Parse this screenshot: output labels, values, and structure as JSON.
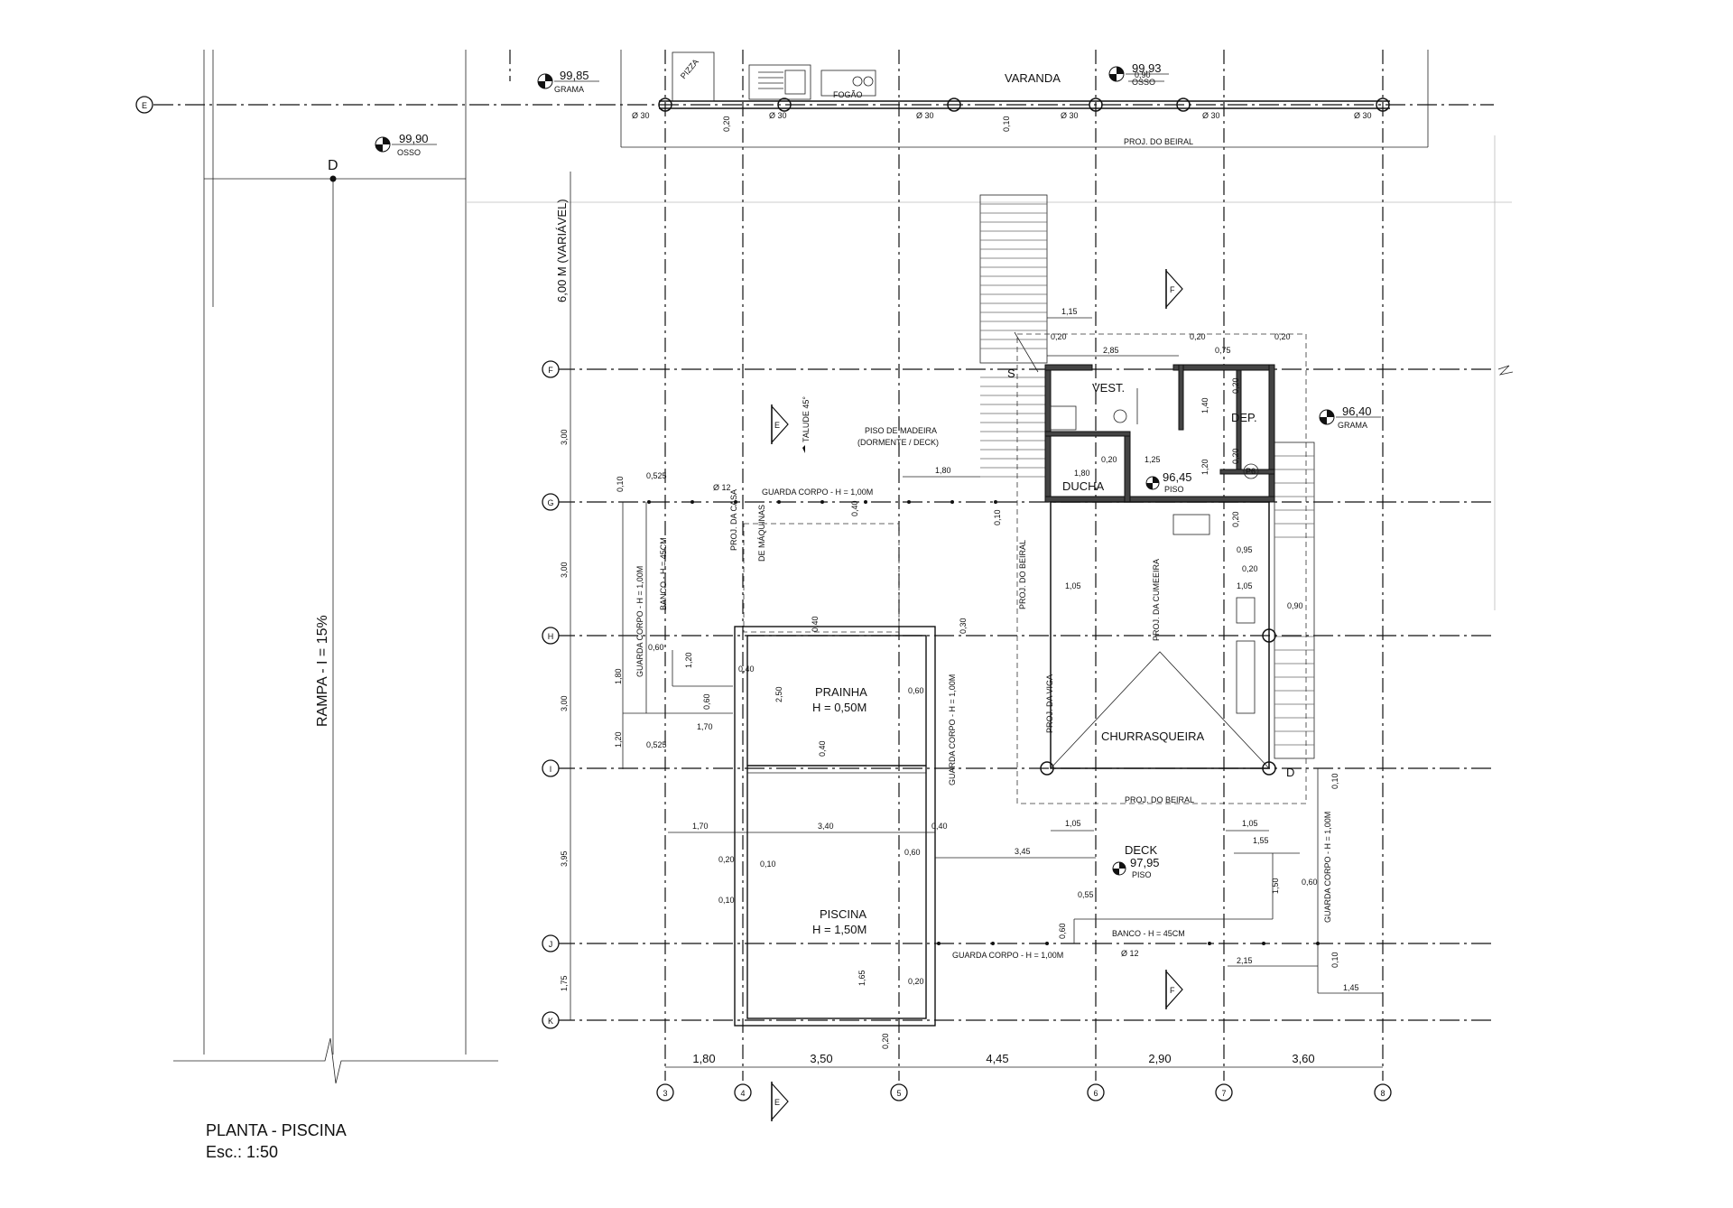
{
  "title": {
    "line1": "PLANTA - PISCINA",
    "line2": "Esc.: 1:50"
  },
  "ramp": {
    "label": "RAMPA - I = 15%",
    "point": "D",
    "height": "6,00 M (VARIÁVEL)"
  },
  "grid_rows": [
    "E",
    "F",
    "G",
    "H",
    "I",
    "J",
    "K"
  ],
  "grid_cols": [
    "3",
    "4",
    "5",
    "6",
    "7",
    "8"
  ],
  "row_spacings": [
    "3,00",
    "3,00",
    "3,00",
    "3,95",
    "1,75"
  ],
  "col_spacings": [
    "1,80",
    "3,50",
    "4,45",
    "2,90",
    "3,60"
  ],
  "levels": [
    {
      "value": "99,85",
      "label": "GRAMA"
    },
    {
      "value": "99,90",
      "label": "OSSO"
    },
    {
      "value": "99,93",
      "label": "OSSO"
    },
    {
      "value": "96,40",
      "label": "GRAMA"
    },
    {
      "value": "96,45",
      "label": "PISO"
    },
    {
      "value": "97,95",
      "label": "PISO"
    }
  ],
  "rooms": {
    "varanda": "VARANDA",
    "fogao": "FOGÃO",
    "pizza": "PIZZA",
    "vest": "VEST.",
    "dep": "DEP.",
    "ducha": "DUCHA",
    "churrasqueira": "CHURRASQUEIRA",
    "deck": "DECK",
    "prainha": "PRAINHA",
    "prainha_h": "H = 0,50M",
    "piscina": "PISCINA",
    "piscina_h": "H = 1,50M"
  },
  "notes": {
    "proj_beiral": "PROJ. DO BEIRAL",
    "proj_beiral_v": "PROJ. DO BEIRAL",
    "proj_viga": "PROJ. DA VIGA",
    "proj_cumeeira": "PROJ. DA CUMEEIRA",
    "piso_madeira_1": "PISO DE MADEIRA",
    "piso_madeira_2": "(DORMENTE / DECK)",
    "talude": "TALUDE 45°",
    "guarda_corpo_top": "GUARDA CORPO - H = 1,00M",
    "guarda_corpo_bottom": "GUARDA CORPO - H = 1,00M",
    "guarda_corpo_left": "GUARDA CORPO - H = 1,00M",
    "guarda_corpo_pool": "GUARDA CORPO - H = 1,00M",
    "guarda_corpo_right": "GUARDA CORPO - H = 1,00M",
    "banco_left": "BANCO - H = 45CM",
    "banco_bottom": "BANCO - H = 45CM",
    "casa_maquinas_1": "PROJ. DA CASA",
    "casa_maquinas_2": "DE MÁQUINAS",
    "door_p6": "P6",
    "stair_s": "S",
    "d_mark": "D",
    "section_e": "E",
    "section_f": "F"
  },
  "diameters": {
    "d30": "Ø 30",
    "d12": "Ø 12"
  },
  "dims": {
    "d090": "0,90",
    "d020": "0,20",
    "d010": "0,10",
    "d115": "1,15",
    "d285": "2,85",
    "d075": "0,75",
    "d140": "1,40",
    "d125": "1,25",
    "d120": "1,20",
    "d180": "1,80",
    "d0525": "0,525",
    "d040": "0,40",
    "d095": "0,95",
    "d105": "1,05",
    "d060": "0,60",
    "d170": "1,70",
    "d250": "2,50",
    "d030": "0,30",
    "d340": "3,40",
    "d345": "3,45",
    "d155": "1,55",
    "d150": "1,50",
    "d055": "0,55",
    "d165": "1,65",
    "d215": "2,15",
    "d145": "1,45"
  }
}
